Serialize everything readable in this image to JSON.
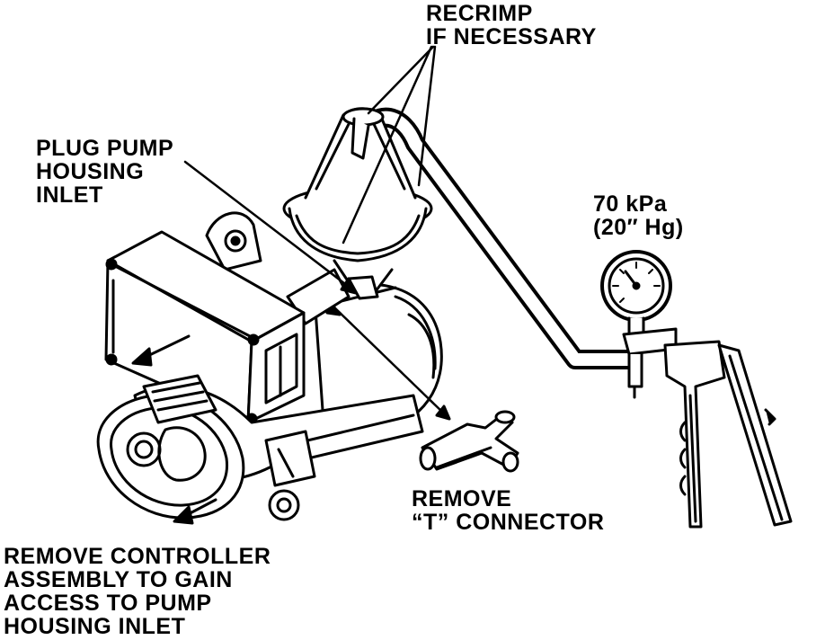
{
  "labels": {
    "recrimp": [
      "RECRIMP",
      "IF NECESSARY"
    ],
    "plug_inlet": [
      "PLUG PUMP",
      "HOUSING",
      "INLET"
    ],
    "vacuum_reading": [
      "70 kPa",
      "(20″ Hg)"
    ],
    "remove_tee": [
      "REMOVE",
      "“T” CONNECTOR"
    ],
    "remove_controller": [
      "REMOVE CONTROLLER",
      "ASSEMBLY TO GAIN",
      "ACCESS TO PUMP",
      "HOUSING INLET"
    ]
  },
  "colors": {
    "ink": "#000000",
    "paper": "#ffffff"
  }
}
